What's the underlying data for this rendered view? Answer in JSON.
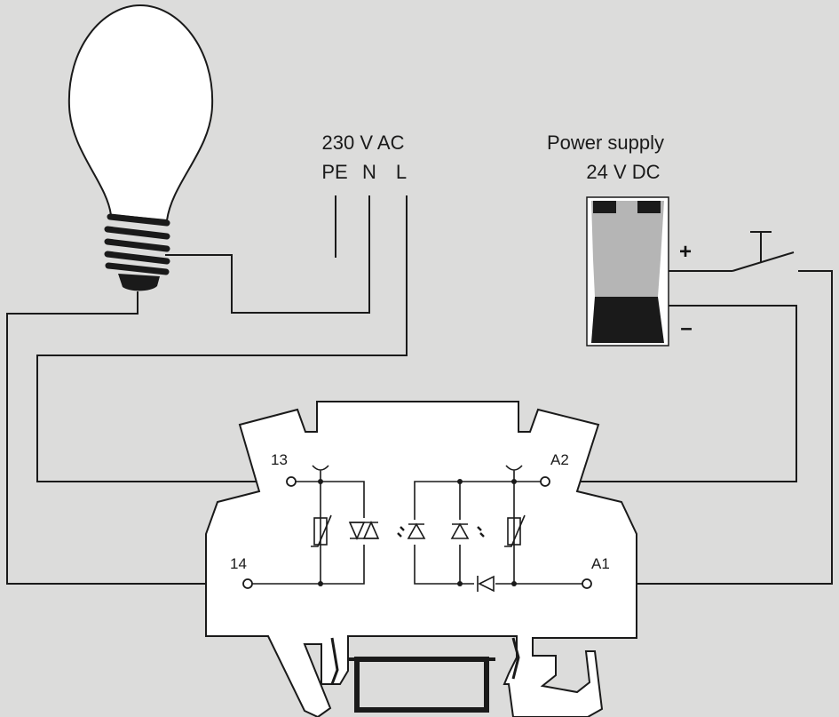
{
  "mains": {
    "title": "230 V AC",
    "terminals": {
      "pe": "PE",
      "n": "N",
      "l": "L"
    }
  },
  "power_supply": {
    "title": "Power supply",
    "voltage": "24 V DC",
    "plus": "+",
    "minus": "–"
  },
  "relay": {
    "terminals": {
      "t13": "13",
      "t14": "14",
      "a1": "A1",
      "a2": "A2"
    }
  },
  "colors": {
    "background": "#dcdcdb",
    "line": "#1a1a1a",
    "component_fill": "#ffffff"
  }
}
